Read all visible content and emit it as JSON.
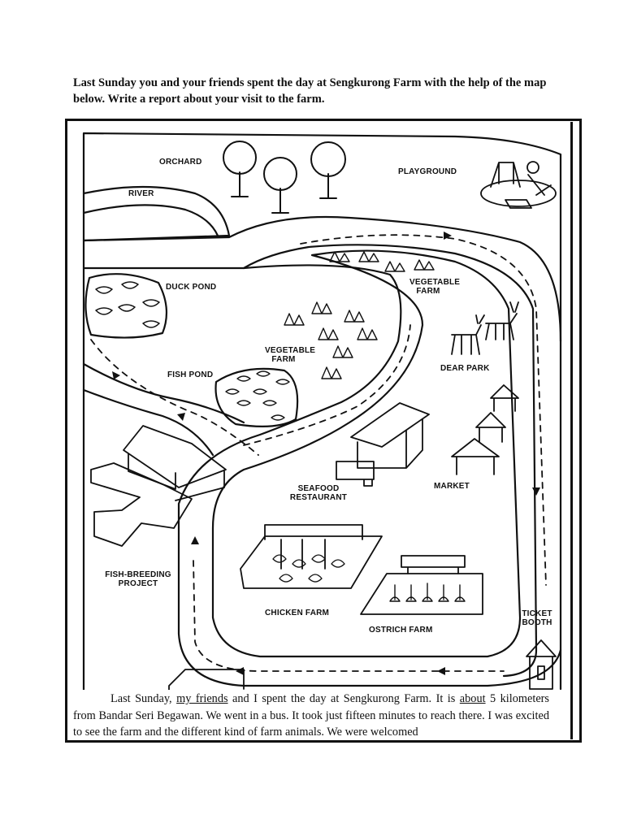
{
  "instructions": "Last Sunday you and your friends spent the day at Sengkurong Farm with the help of the map below. Write a report about your visit to the farm.",
  "map": {
    "labels": {
      "orchard": "ORCHARD",
      "playground": "PLAYGROUND",
      "river": "RIVER",
      "duck_pond": "DUCK POND",
      "vegetable_farm_1": "VEGETABLE FARM",
      "vegetable_farm_2": "VEGETABLE FARM",
      "dear_park": "DEAR PARK",
      "fish_pond": "FISH POND",
      "seafood_restaurant": "SEAFOOD RESTAURANT",
      "market": "MARKET",
      "fish_breeding_project": "FISH-BREEDING PROJECT",
      "chicken_farm": "CHICKEN FARM",
      "ostrich_farm": "OSTRICH FARM",
      "ticket_booth": "TICKET BOOTH"
    }
  },
  "report": {
    "p1_a": "Last Sunday,",
    "p1_b": "my friends",
    "p1_c": "and I spent the day at Sengkurong Farm. It is",
    "p1_d": "about",
    "p1_e": "5 kilometers from Bandar Seri Begawan. We went in a bus. It took just fifteen minutes to reach there. I was excited to see the farm and the different kind of farm animals. We were welcomed"
  }
}
